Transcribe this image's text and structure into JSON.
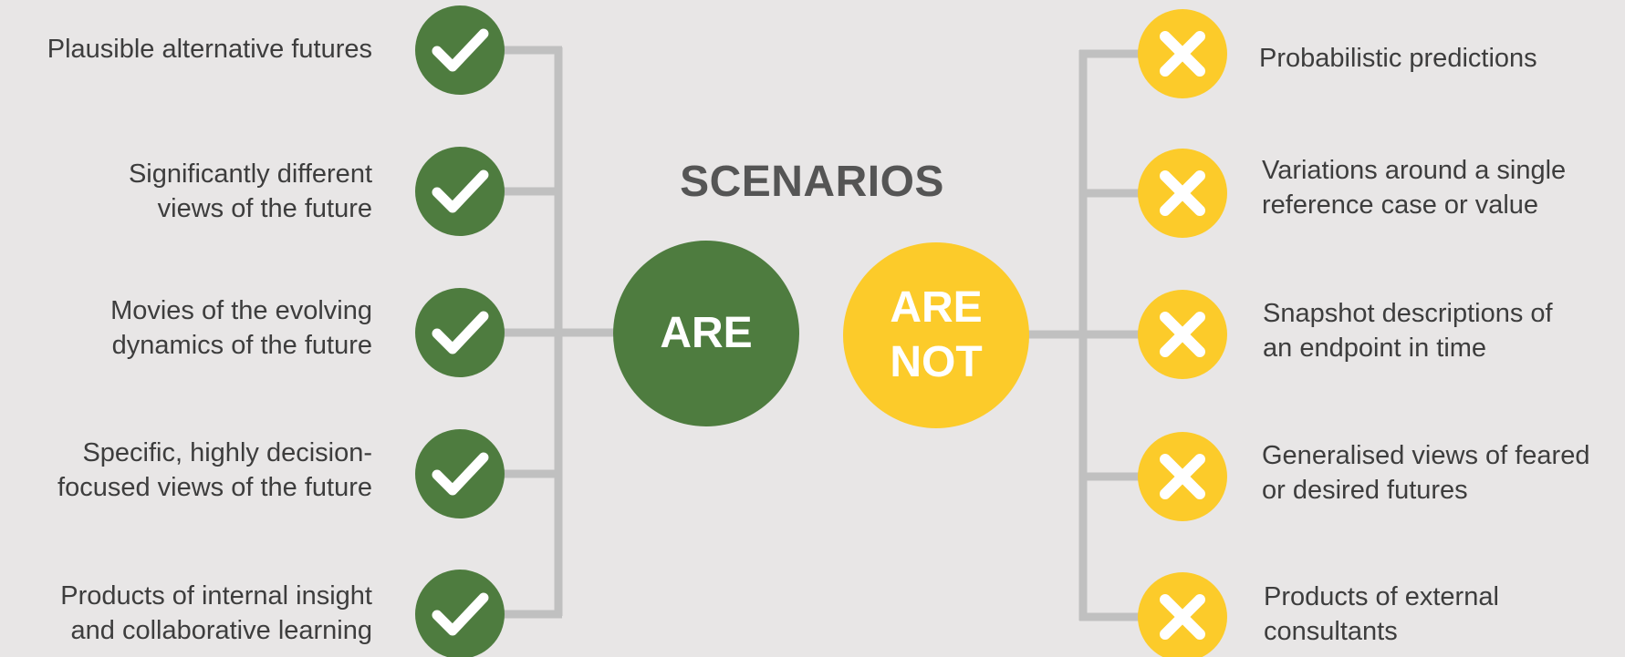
{
  "title": "SCENARIOS",
  "are": {
    "label": "ARE",
    "color": "#4e7c3f",
    "icon": "check-icon",
    "items": [
      "Plausible alternative futures",
      "Significantly different\nviews of the future",
      "Movies of the evolving\ndynamics of the future",
      "Specific, highly decision-\nfocused views of the future",
      "Products of internal insight\nand collaborative learning"
    ]
  },
  "are_not": {
    "label": "ARE\nNOT",
    "color": "#fccb2a",
    "icon": "cross-icon",
    "items": [
      "Probabilistic predictions",
      "Variations around a single\nreference case or value",
      "Snapshot descriptions of\nan endpoint in time",
      "Generalised views of feared\nor desired futures",
      "Products of external\nconsultants"
    ]
  },
  "connector_color": "#c0c0c0",
  "background": "#e8e6e6"
}
